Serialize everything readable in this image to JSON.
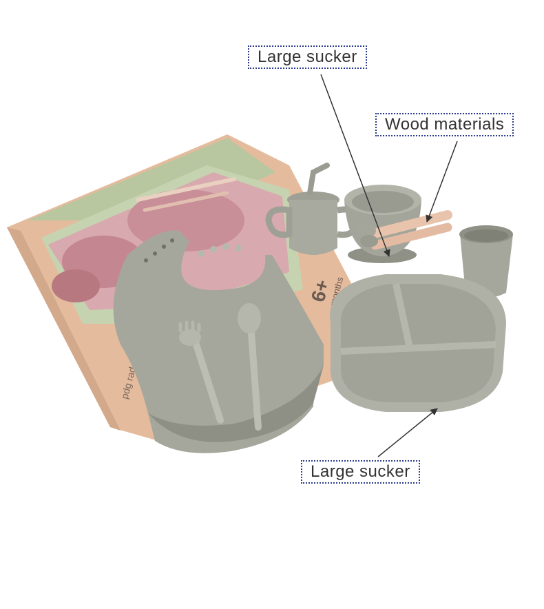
{
  "callouts": {
    "top_label": "Large sucker",
    "wood_label": "Wood materials",
    "bottom_label": "Large sucker"
  },
  "box_print": {
    "age_label": "6+",
    "months_label": "months",
    "side_text": "pdg rad-one"
  },
  "colors": {
    "silicone_gray": "#a5a69b",
    "silicone_dark": "#8c8d82",
    "silicone_light": "#b9bab0",
    "box_kraft": "#e2b89a",
    "box_green": "#b8c79f",
    "pink": "#c98f98",
    "wood": "#e8c4ad",
    "callout_border": "#2a3a8c",
    "arrow": "#333333"
  },
  "icons": {
    "arrow": "arrow-icon"
  }
}
